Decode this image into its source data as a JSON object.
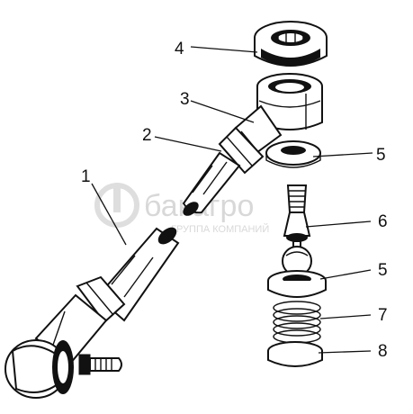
{
  "callouts": {
    "c1": "1",
    "c2": "2",
    "c3": "3",
    "c4": "4",
    "c5a": "5",
    "c5b": "5",
    "c6": "6",
    "c7": "7",
    "c8": "8"
  },
  "watermark": {
    "brand": "бакагро",
    "tagline": "ГРУППА КОМПАНИЙ"
  }
}
